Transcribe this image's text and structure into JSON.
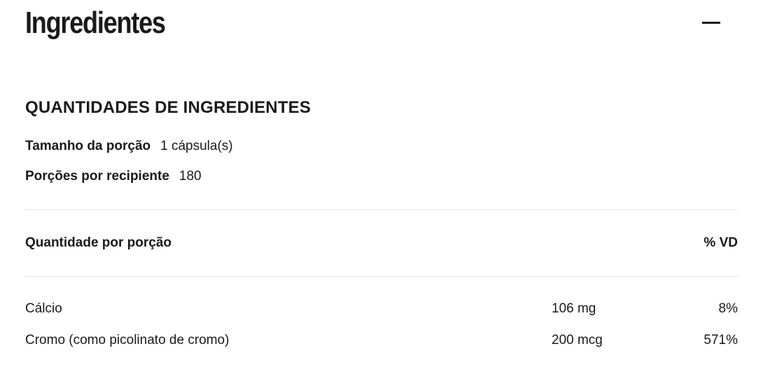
{
  "header": {
    "title": "Ingredientes",
    "collapse_icon": "minus-icon"
  },
  "section": {
    "title": "QUANTIDADES DE INGREDIENTES"
  },
  "serving": {
    "size_label": "Tamanho da porção",
    "size_value": "1 cápsula(s)",
    "servings_label": "Porções por recipiente",
    "servings_value": "180"
  },
  "table": {
    "header_left": "Quantidade por porção",
    "header_right": "% VD",
    "rows": [
      {
        "name": "Cálcio",
        "amount": "106 mg",
        "dv": "8%"
      },
      {
        "name": "Cromo (como picolinato de cromo)",
        "amount": "200 mcg",
        "dv": "571%"
      }
    ]
  }
}
